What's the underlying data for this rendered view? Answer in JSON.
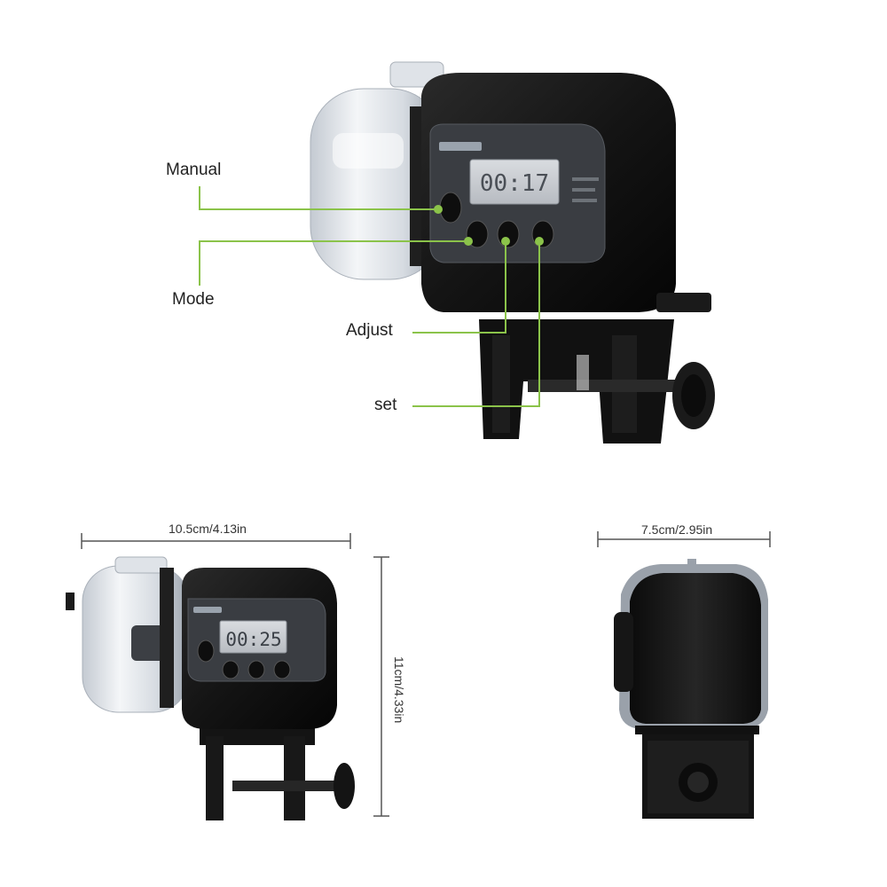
{
  "callouts": {
    "manual": "Manual",
    "mode": "Mode",
    "adjust": "Adjust",
    "set": "set"
  },
  "dimensions": {
    "width": "10.5cm/4.13in",
    "height": "11cm/4.33in",
    "depth": "7.5cm/2.95in"
  },
  "display": {
    "main_readout": "00:17",
    "side_readout": "00:25"
  },
  "colors": {
    "callout_line": "#8bc34a",
    "callout_dot": "#8bc34a",
    "body": "#151515",
    "panel": "#3a3d42",
    "lcd": "#c9ccd0",
    "hopper": "#dfe3e8"
  }
}
